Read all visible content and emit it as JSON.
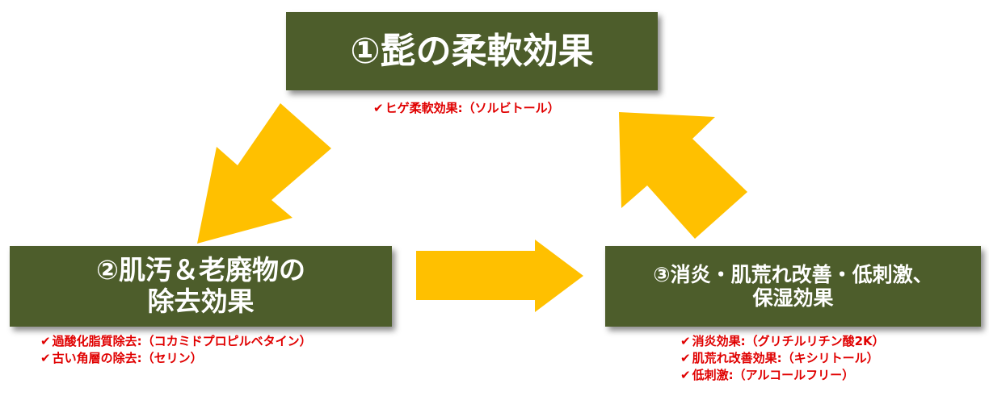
{
  "colors": {
    "box_bg": "#4d5d2b",
    "box_text": "#ffffff",
    "arrow": "#ffc000",
    "note": "#e00000"
  },
  "check_mark": "✔",
  "box1": {
    "title": "①髭の柔軟効果"
  },
  "box2": {
    "line1": "②肌汚＆老廃物の",
    "line2": "除去効果"
  },
  "box3": {
    "line1": "③消炎・肌荒れ改善・低刺激、",
    "line2": "保湿効果"
  },
  "notes1": [
    "ヒゲ柔軟効果:（ソルビトール）"
  ],
  "notes2": [
    "過酸化脂質除去:（コカミドプロピルベタイン）",
    "古い角層の除去:（セリン）"
  ],
  "notes3": [
    "消炎効果:（グリチルリチン酸2K）",
    "肌荒れ改善効果:（キシリトール）",
    "低刺激:（アルコールフリー）"
  ]
}
